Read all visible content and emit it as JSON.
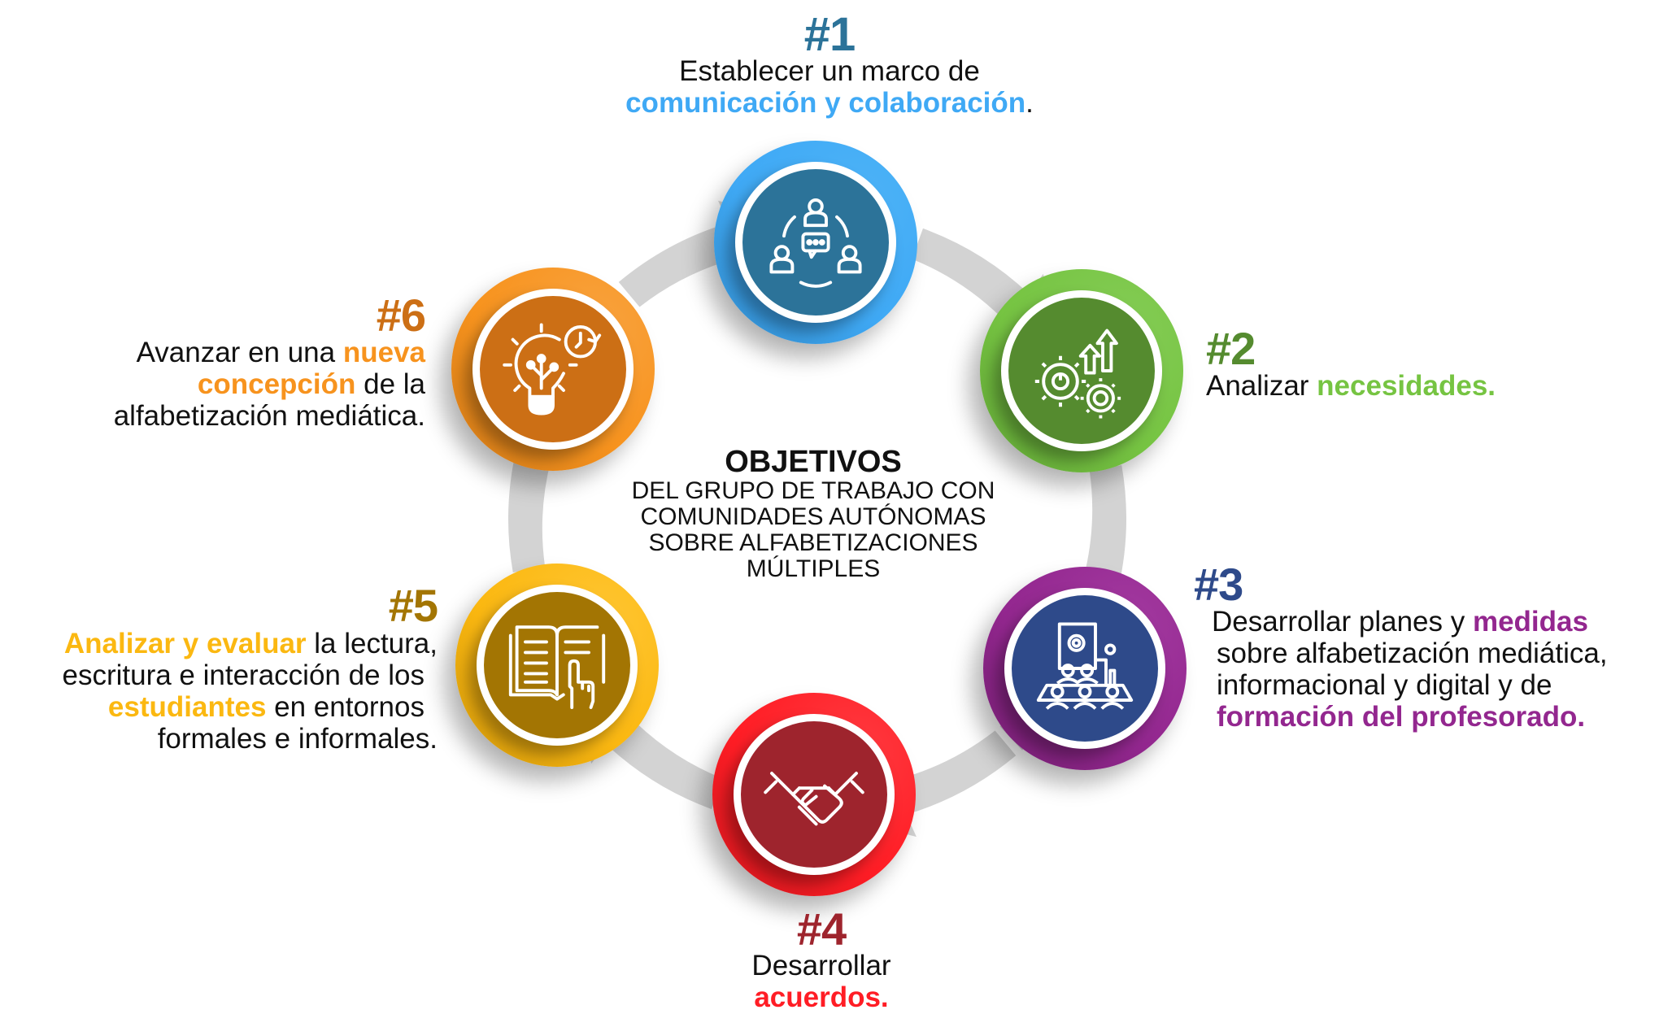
{
  "center": {
    "title": "OBJETIVOS",
    "lines": [
      "DEL GRUPO DE TRABAJO CON",
      "COMUNIDADES AUTÓNOMAS",
      "SOBRE ALFABETIZACIONES",
      "MÚLTIPLES"
    ]
  },
  "colors": {
    "arrow_gray": "#d3d3d3",
    "obj1_ring": "#3fa9f5",
    "obj1_inner": "#2c7399",
    "obj1_num": "#2c7399",
    "obj1_hl": "#3fa9f5",
    "obj2_ring": "#76c442",
    "obj2_inner": "#558b2f",
    "obj2_num": "#558b2f",
    "obj2_hl": "#76c442",
    "obj3_ring": "#93278f",
    "obj3_inner": "#2e4a8a",
    "obj3_num": "#2e4a8a",
    "obj3_hl": "#93278f",
    "obj4_ring": "#ff1d25",
    "obj4_inner": "#9e242d",
    "obj4_num": "#9e242d",
    "obj4_hl": "#ff1d25",
    "obj5_ring": "#fbb811",
    "obj5_inner": "#a37503",
    "obj5_num": "#a37503",
    "obj5_hl": "#fbb811",
    "obj6_ring": "#f7931e",
    "obj6_inner": "#cc6f15",
    "obj6_num": "#cc6f15",
    "obj6_hl": "#f7931e"
  },
  "objectives": [
    {
      "number": "#1",
      "icon": "team-communication-icon",
      "line1": "Establecer un marco de",
      "line2_hl": "comunicación y colaboración",
      "line2_tail": "."
    },
    {
      "number": "#2",
      "icon": "gears-growth-icon",
      "line1_plain": "Analizar ",
      "line1_hl": "necesidades."
    },
    {
      "number": "#3",
      "icon": "training-presentation-icon",
      "line1_plain": "Desarrollar planes y ",
      "line1_hl": "medidas",
      "line2": "sobre alfabetización mediática,",
      "line3": "informacional y digital y de",
      "line4_hl": "formación del profesorado."
    },
    {
      "number": "#4",
      "icon": "handshake-icon",
      "line1": "Desarrollar",
      "line2_hl": "acuerdos."
    },
    {
      "number": "#5",
      "icon": "book-reading-icon",
      "line1_hl": "Analizar y evaluar",
      "line1_tail": " la lectura,",
      "line2": "escritura e interacción de los",
      "line3_hl": "estudiantes",
      "line3_tail": " en entornos",
      "line4": "formales e informales."
    },
    {
      "number": "#6",
      "icon": "lightbulb-innovation-icon",
      "line1_plain": "Avanzar en una ",
      "line1_hl": "nueva",
      "line2_hl": "concepción",
      "line2_tail": " de la",
      "line3": "alfabetización mediática."
    }
  ]
}
